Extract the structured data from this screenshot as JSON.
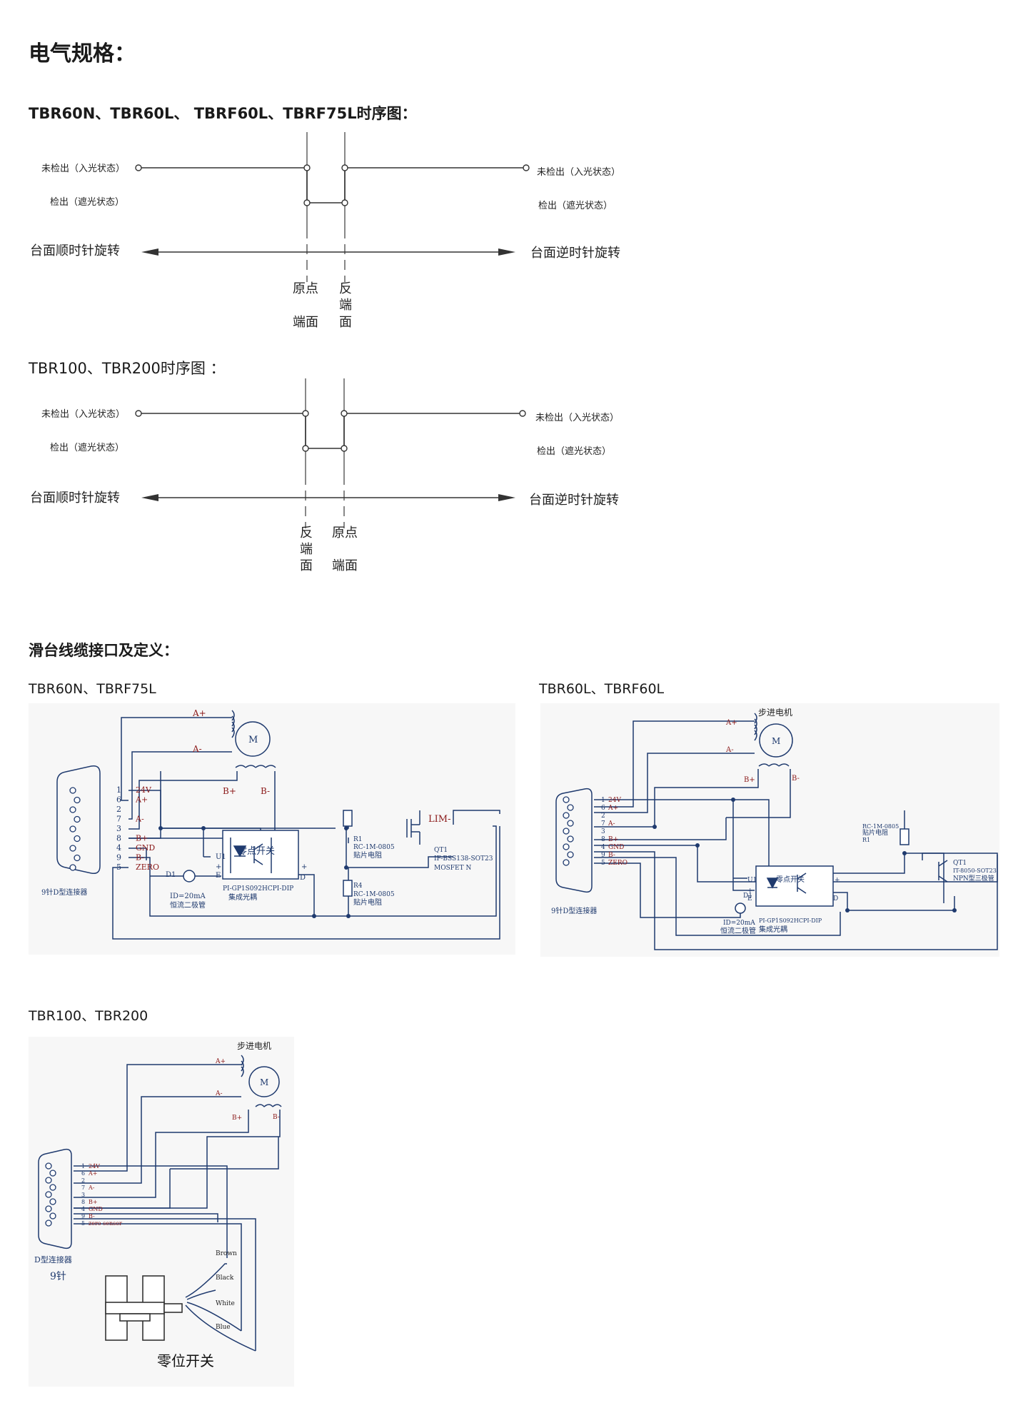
{
  "headings": {
    "main": "电气规格：",
    "timing1": "TBR60N、TBR60L、 TBRF60L、TBRF75L时序图：",
    "timing2": "TBR100、TBR200时序图 ：",
    "cable": "滑台线缆接口及定义："
  },
  "timing1": {
    "undetected_left": "未检出（入光状态）",
    "detected_left": "检出（遮光状态）",
    "undetected_right": "未检出（入光状态）",
    "detected_right": "检出（遮光状态）",
    "rot_left": "台面顺时针旋转",
    "rot_right": "台面逆时针旋转",
    "lbl_a1": "原点",
    "lbl_a2": "端面",
    "lbl_b1": "反",
    "lbl_b2": "端",
    "lbl_b3": "面"
  },
  "timing2": {
    "undetected_left": "未检出（入光状态）",
    "detected_left": "检出（遮光状态）",
    "undetected_right": "未检出（入光状态）",
    "detected_right": "检出（遮光状态）",
    "rot_left": "台面顺时针旋转",
    "rot_right": "台面逆时针旋转",
    "lbl_a1": "反",
    "lbl_a2": "端",
    "lbl_a3": "面",
    "lbl_b1": "原点",
    "lbl_b2": "端面"
  },
  "models": {
    "m1": "TBR60N、TBRF75L",
    "m2": "TBR60L、TBRF60L",
    "m3": "TBR100、TBR200"
  },
  "pins": [
    "1",
    "6",
    "2",
    "7",
    "3",
    "8",
    "4",
    "9",
    "5"
  ],
  "circuit1": {
    "pin_labels": [
      "24V",
      "A+",
      "",
      "A-",
      "",
      "B+",
      "GND",
      "B-",
      "ZERO"
    ],
    "a_plus": "A+",
    "a_minus": "A-",
    "b_plus": "B+",
    "b_minus": "B-",
    "motor": "M",
    "lim": "LIM-",
    "zero_switch": "零点开关",
    "u1": "U1",
    "d1": "D1",
    "e": "E",
    "d": "D",
    "plus": "+",
    "d1_val": "ID=20mA",
    "d1_name": "恒流二极管",
    "u1_part": "PI-GP1S092HCPI-DIP",
    "u1_name": "集成光耦",
    "r1": "R1",
    "r1_part": "RC-1M-0805",
    "r1_name": "贴片电阻",
    "r4": "R4",
    "r4_part": "RC-1M-0805",
    "r4_name": "贴片电阻",
    "qt1": "QT1",
    "qt1_part": "IF-BSS138-SOT23",
    "qt1_name": "MOSFET N",
    "connector": "9针D型连接器"
  },
  "circuit2": {
    "pin_labels": [
      "24V",
      "A+",
      "",
      "A-",
      "",
      "B+",
      "GND",
      "B-",
      "ZERO"
    ],
    "a_plus": "A+",
    "a_minus": "A-",
    "b_plus": "B+",
    "b_minus": "B-",
    "motor": "M",
    "motor_title": "步进电机",
    "zero_switch": "零点开关",
    "u1": "U1",
    "d1": "D1",
    "e": "E",
    "d": "D",
    "plus": "+",
    "d1_val": "ID=20mA",
    "d1_name": "恒流二极管",
    "u1_part": "PI-GP1S092HCPI-DIP",
    "u1_name": "集成光耦",
    "r1_part": "RC-1M-0805",
    "r1_name": "贴片电阻",
    "r1": "R1",
    "qt1": "QT1",
    "qt1_part": "IT-8050-SOT23",
    "qt1_name": "NPN型三极管",
    "connector": "9针D型连接器"
  },
  "circuit3": {
    "pin_labels": [
      "24V",
      "A+",
      "",
      "A-",
      "",
      "B+",
      "GND",
      "B-",
      "zero sensor"
    ],
    "a_plus": "A+",
    "a_minus": "A-",
    "b_plus": "B+",
    "b_minus": "B-",
    "motor": "M",
    "motor_title": "步进电机",
    "connector": "D型连接器",
    "pins_count": "9针",
    "wires": [
      "Brown",
      "Black",
      "White",
      "Blue"
    ],
    "zero_switch": "零位开关"
  },
  "colors": {
    "wire": "#1f3a6e",
    "label_red": "#8b1a1a",
    "panel_bg": "#f7f7f7",
    "text": "#1a1a1a"
  }
}
